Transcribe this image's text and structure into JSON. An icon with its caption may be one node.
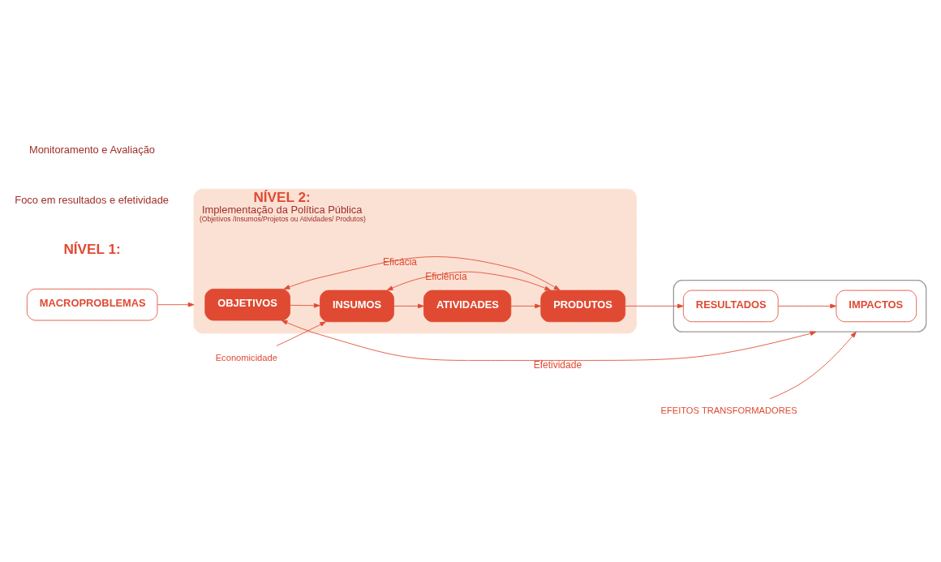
{
  "diagram": {
    "nodes": [
      {
        "text": [
          "MACROPROBLEMAS"
        ]
      },
      {
        "text": [
          "NÍVEL 2:",
          "Implementação da Política Pública",
          "(Objetivos /Insumos/Projetos ou Atividades/ Produtos)"
        ]
      },
      {
        "text": [
          "OBJETIVOS"
        ],
        "in": 1
      },
      {
        "text": [
          "INSUMOS"
        ],
        "in": 1
      },
      {
        "text": [
          "ATIVIDADES"
        ],
        "in": 1
      },
      {
        "text": [
          "PRODUTOS"
        ],
        "in": 1
      },
      {
        "text": [],
        "shape": "box"
      },
      {
        "text": [
          "IMPACTOS"
        ],
        "in": 6
      },
      {
        "text": [
          "RESULTADOS"
        ],
        "in": 6
      },
      {
        "text": [
          "EFEITOS TRANSFORMADORES"
        ]
      },
      {
        "text": [
          "Economicidade"
        ]
      }
    ],
    "edges": [
      {
        "from": 0,
        "to": 1,
        "arrow": "to"
      },
      {
        "from": 2,
        "to": 3,
        "arrow": "to"
      },
      {
        "from": 3,
        "to": 4,
        "arrow": "to"
      },
      {
        "from": 4,
        "to": 5,
        "arrow": "to"
      },
      {
        "from": 5,
        "to": 8,
        "arrow": "to"
      },
      {
        "from": 8,
        "to": 7,
        "arrow": "to"
      },
      {
        "from": 9,
        "to": 6,
        "arrow": "to"
      },
      {
        "from": 10,
        "to": 3,
        "arrow": "to"
      },
      {
        "from": 3,
        "to": 5,
        "arrow": "both",
        "label": "Eficiência"
      },
      {
        "from": 2,
        "to": 5,
        "arrow": "both",
        "label": "Eficácia"
      },
      {
        "from": 2,
        "to": 6,
        "arrow": "both",
        "label": "Efetividade"
      }
    ],
    "labels": [
      "NÍVEL 1:",
      "Foco em resultados e efetividade",
      "Monitoramento e Avaliação"
    ]
  }
}
